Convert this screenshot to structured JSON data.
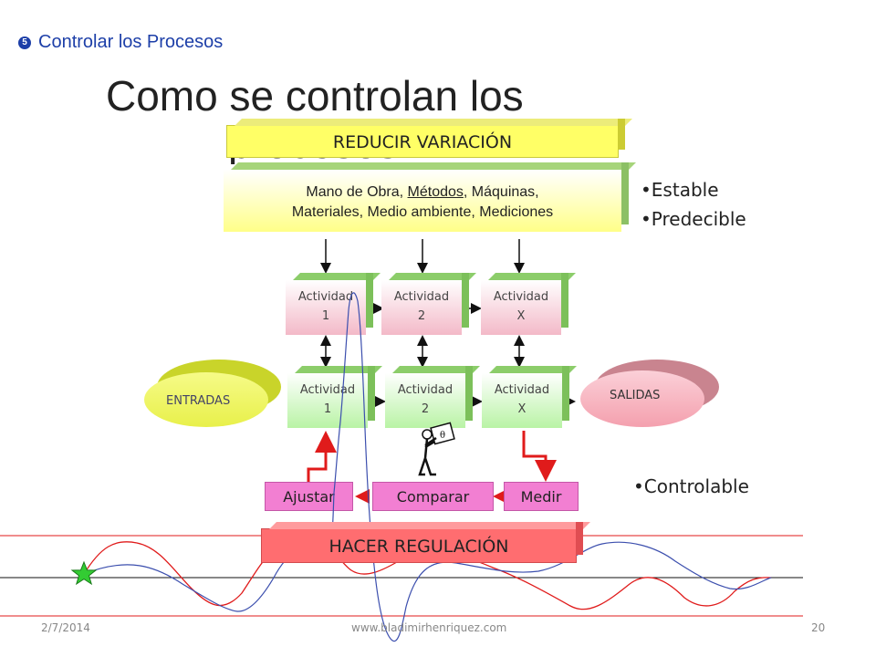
{
  "header": {
    "number": "5",
    "text": "Controlar los Procesos"
  },
  "title": "Como se controlan los procesos",
  "reducir": "REDUCIR VARIACIÓN",
  "factors": {
    "prefix": "Mano de Obra, ",
    "underlined": "Métodos",
    "suffix": ", Máquinas,",
    "line2": "Materiales, Medio ambiente, Mediciones"
  },
  "properties": [
    "•Estable",
    "•Predecible",
    "•Controlable"
  ],
  "top_activities": [
    {
      "line1": "Actividad",
      "line2": "1"
    },
    {
      "line1": "Actividad",
      "line2": "2"
    },
    {
      "line1": "Actividad",
      "line2": "X"
    }
  ],
  "bottom_activities": [
    {
      "line1": "Actividad",
      "line2": "1"
    },
    {
      "line1": "Actividad",
      "line2": "2"
    },
    {
      "line1": "Actividad",
      "line2": "X"
    }
  ],
  "entradas": "ENTRADAS",
  "salidas": "SALIDAS",
  "controls": {
    "ajustar": "Ajustar",
    "comparar": "Comparar",
    "medir": "Medir"
  },
  "hacer": "HACER REGULACIÓN",
  "footer": {
    "date": "2/7/2014",
    "site": "www.bladimirhenriquez.com",
    "page": "20"
  },
  "colors": {
    "header_blue": "#1d3fa8",
    "reducir_yellow": "#ffff66",
    "activity_pink": "#f3b9c8",
    "activity_green": "#b9f3a5",
    "button_pink": "#f27fd2",
    "hacer_red": "#ff6d70",
    "entradas_yellow": "#e8f04a",
    "salidas_pink": "#f4a0ae"
  }
}
